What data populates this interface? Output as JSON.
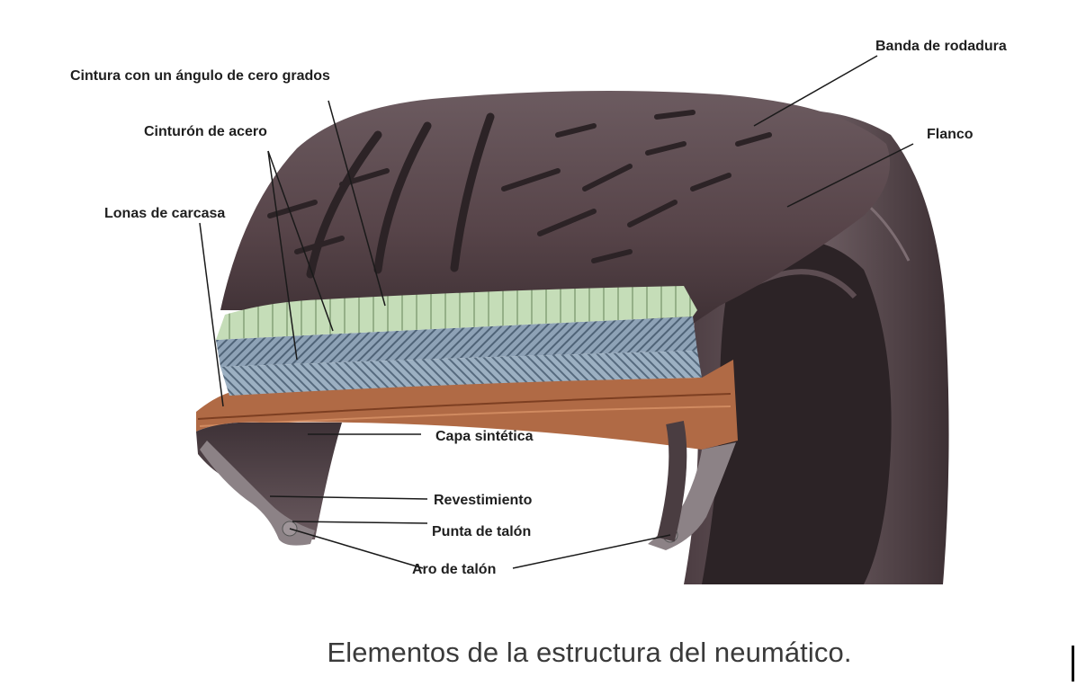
{
  "figure": {
    "labels": {
      "tread": "Banda de rodadura",
      "zero_degree_belt": "Cintura con un ángulo de cero grados",
      "steel_belt": "Cinturón de acero",
      "sidewall": "Flanco",
      "carcass_plies": "Lonas de carcasa",
      "synthetic_layer": "Capa sintética",
      "lining": "Revestimiento",
      "bead_toe": "Punta de talón",
      "bead_ring": "Aro de talón"
    }
  },
  "caption": "Elementos de la estructura del neumático.",
  "colors": {
    "rubber": "#5b4a4f",
    "rubber_dark": "#2f2629",
    "belt_green": "#c2dbb4",
    "belt_blue": "#8fa3b8",
    "carcass_orange": "#b4643c",
    "caption_text": "#3a3a3a"
  }
}
